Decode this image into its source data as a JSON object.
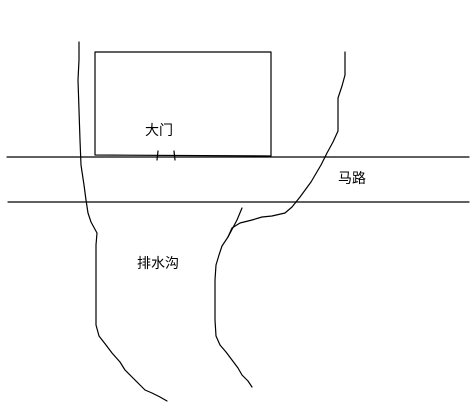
{
  "labels": {
    "gate": "大门",
    "road": "马路",
    "ditch": "排水沟"
  },
  "colors": {
    "ink": "#000000",
    "paper": "#ffffff"
  }
}
